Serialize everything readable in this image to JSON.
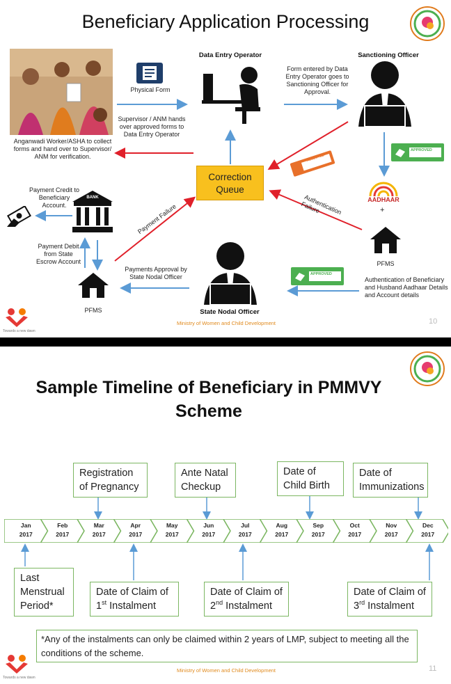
{
  "slide1": {
    "title": "Beneficiary Application Processing",
    "data_entry_operator": "Data Entry Operator",
    "sanctioning_officer": "Sanctioning Officer",
    "physical_form": "Physical Form",
    "supervisor_handover": "Supervisor / ANM hands over approved forms to Data Entry Operator",
    "form_entered": "Form entered by Data Entry Operator goes to Sanctioning Officer for Approval.",
    "anganwadi": "Anganwadi Worker/ASHA to collect forms and hand over to Supervisor/ ANM for verification.",
    "correction_queue": "Correction Queue",
    "rejected_stamp": "REJECTED",
    "approved_stamp": "APPROVED",
    "aadhaar": "AADHAAR",
    "plus": "+",
    "authentication_failure": "Authentication Failure",
    "pfms_right": "PFMS",
    "authentication_details": "Authentication of Beneficiary and Husband Aadhaar Details and Account details",
    "approved_stamp_2": "APPROVED",
    "state_nodal_officer": "State Nodal Officer",
    "payments_approval": "Payments Approval by State Nodal Officer",
    "payment_failure": "Payment Failure",
    "bank": "BANK",
    "payment_credit": "Payment Credit to Beneficiary Account.",
    "payment_debit": "Payment Debit from State Escrow Account",
    "pfms_left": "PFMS",
    "footer": "Ministry of Women and Child Development",
    "page_number": "10",
    "logo_tagline": "Towards a new dawn"
  },
  "slide2": {
    "title": "Sample Timeline of Beneficiary in PMMVY Scheme",
    "months": [
      {
        "m": "Jan",
        "y": "2017"
      },
      {
        "m": "Feb",
        "y": "2017"
      },
      {
        "m": "Mar",
        "y": "2017"
      },
      {
        "m": "Apr",
        "y": "2017"
      },
      {
        "m": "May",
        "y": "2017"
      },
      {
        "m": "Jun",
        "y": "2017"
      },
      {
        "m": "Jul",
        "y": "2017"
      },
      {
        "m": "Aug",
        "y": "2017"
      },
      {
        "m": "Sep",
        "y": "2017"
      },
      {
        "m": "Oct",
        "y": "2017"
      },
      {
        "m": "Nov",
        "y": "2017"
      },
      {
        "m": "Dec",
        "y": "2017"
      }
    ],
    "registration": "Registration of Pregnancy",
    "ante_natal": "Ante Natal Checkup",
    "child_birth": "Date of Child Birth",
    "immunizations": "Date of Immunizations",
    "lmp": "Last Menstrual Period*",
    "claim1_a": "Date of Claim of",
    "claim1_num": "1",
    "claim1_sup": "st",
    "claim1_b": " Instalment",
    "claim2_a": "Date of Claim of",
    "claim2_num": "2",
    "claim2_sup": "nd",
    "claim2_b": " Instalment",
    "claim3_a": "Date of Claim of",
    "claim3_num": "3",
    "claim3_sup": "rd",
    "claim3_b": " Instalment",
    "note": "*Any of the instalments can only be claimed within 2 years of LMP, subject to meeting all the conditions of the scheme.",
    "footer": "Ministry of Women and Child Development",
    "page_number": "11",
    "logo_tagline": "Towards a new dawn"
  },
  "colors": {
    "arrow_blue": "#5b9bd5",
    "arrow_red": "#e0202a",
    "queue_yellow": "#f8c01e",
    "box_green": "#7bb661",
    "stamp_green": "#4caf50",
    "stamp_orange": "#e8702a",
    "footer_orange": "#e08a1e"
  }
}
